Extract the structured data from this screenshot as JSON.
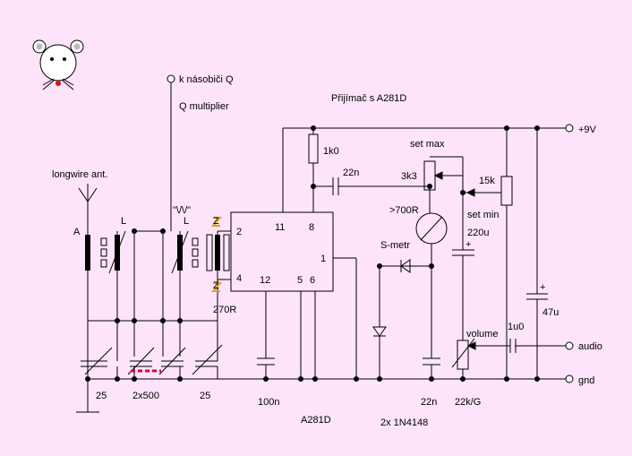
{
  "colors": {
    "background": "#fde4fb",
    "wire": "#000000",
    "zener_mark": "#e0a020",
    "dashed_link": "#e0003a",
    "mouse_nose": "#e01010"
  },
  "title": "Přijímač s A281D",
  "labels": {
    "k_nasobici": "k násobiči Q",
    "q_multiplier": "Q multiplier",
    "plus9v": "+9V",
    "audio": "audio",
    "gnd": "gnd",
    "longwire": "longwire ant.",
    "antenna_A": "A",
    "coil_L": "L",
    "coil_L2": "L",
    "coil_mark": "\"\\/\\/\"",
    "zener_top": "Z",
    "zener_bottom": "Z",
    "r_270": "270R",
    "r_1k0": "1k0",
    "c_22n_top": "22n",
    "set_max": "set max",
    "pot_3k3": "3k3",
    "pot_15k": "15k",
    "set_min": "set min",
    "meter_700": ">700R",
    "s_metr": "S-metr",
    "c_220u": "220u",
    "plus_220u": "+",
    "c_47u": "47u",
    "plus_47u": "+",
    "c_1u0": "1u0",
    "volume": "volume",
    "cap_25_left": "25",
    "cap_2x500": "2x500",
    "cap_25_right": "25",
    "c_100n": "100n",
    "ic_name": "A281D",
    "diodes": "2x 1N4148",
    "c_22n_bottom": "22n",
    "pot_22k": "22k/G"
  },
  "ic_pins": {
    "p2": "2",
    "p4": "4",
    "p11": "11",
    "p8": "8",
    "p1": "1",
    "p12": "12",
    "p5": "5",
    "p6": "6"
  }
}
